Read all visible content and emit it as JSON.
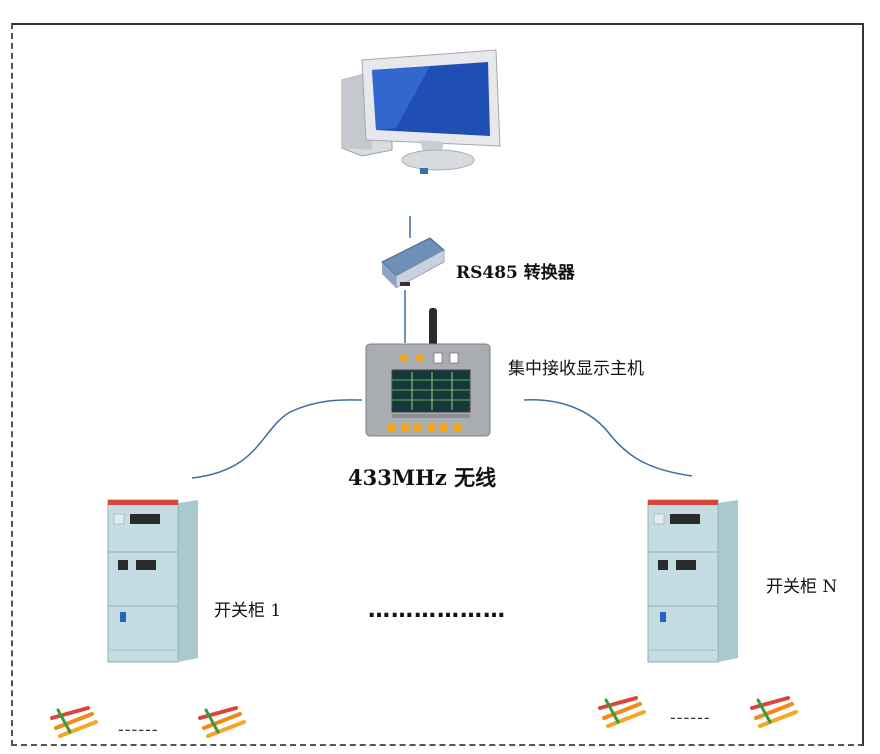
{
  "labels": {
    "converter": "RS485 转换器",
    "host": "集中接收显示主机",
    "wireless": "433MHz 无线",
    "switchgear_1": "开关柜 1",
    "switchgear_n": "开关柜 N",
    "ellipsis_main": "………………",
    "ellipsis_left": "------",
    "ellipsis_right": "------"
  },
  "colors": {
    "link_line": "#3a6ea5",
    "cabinet": "#c4dde3",
    "monitor_screen": "#1f4fb5",
    "host_body": "#a9adb1"
  }
}
